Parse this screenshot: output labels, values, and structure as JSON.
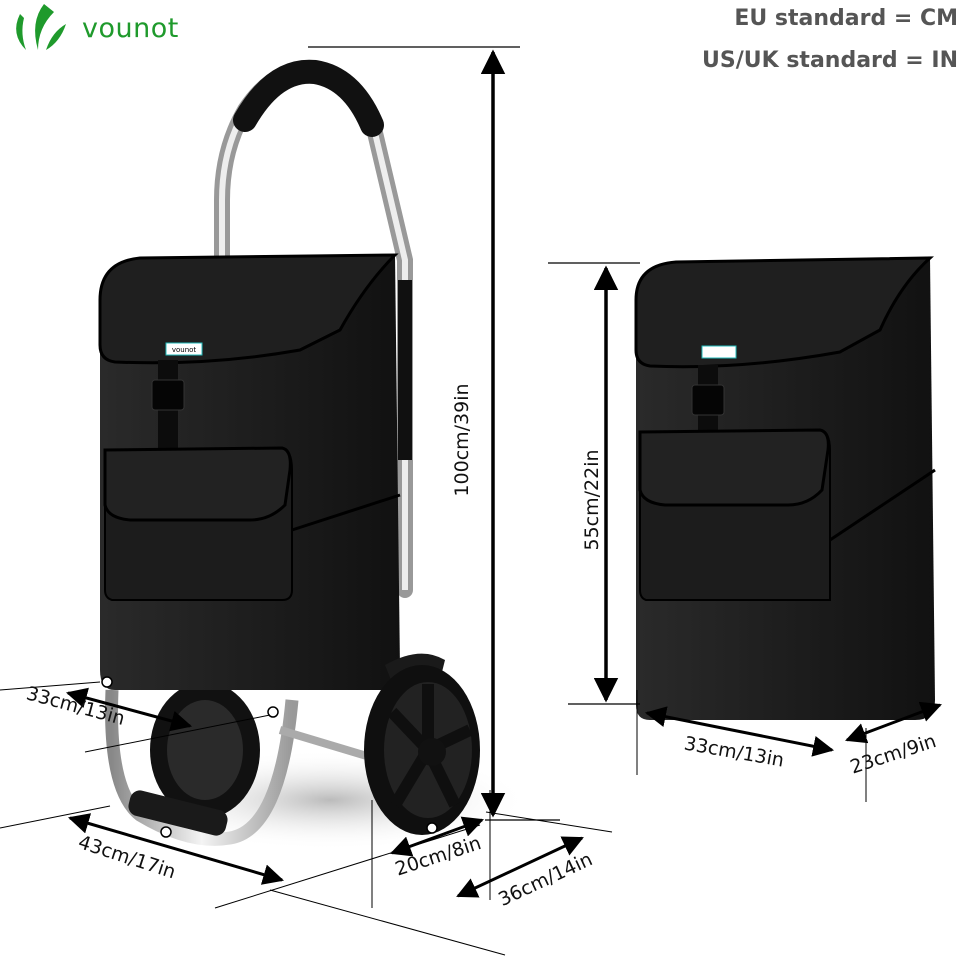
{
  "brand": {
    "name": "vounot",
    "logo_text": "vounot",
    "color": "#1f9a2c"
  },
  "standards": {
    "eu": "EU standard = CM",
    "us_uk": "US/UK standard = IN"
  },
  "trolley_dimensions": {
    "height": "100cm/39in",
    "seat_depth": "33cm/13in",
    "base_width": "43cm/17in",
    "wheel_offset": "20cm/8in",
    "base_depth": "36cm/14in"
  },
  "bag_dimensions": {
    "height": "55cm/22in",
    "width": "33cm/13in",
    "depth": "23cm/9in"
  }
}
